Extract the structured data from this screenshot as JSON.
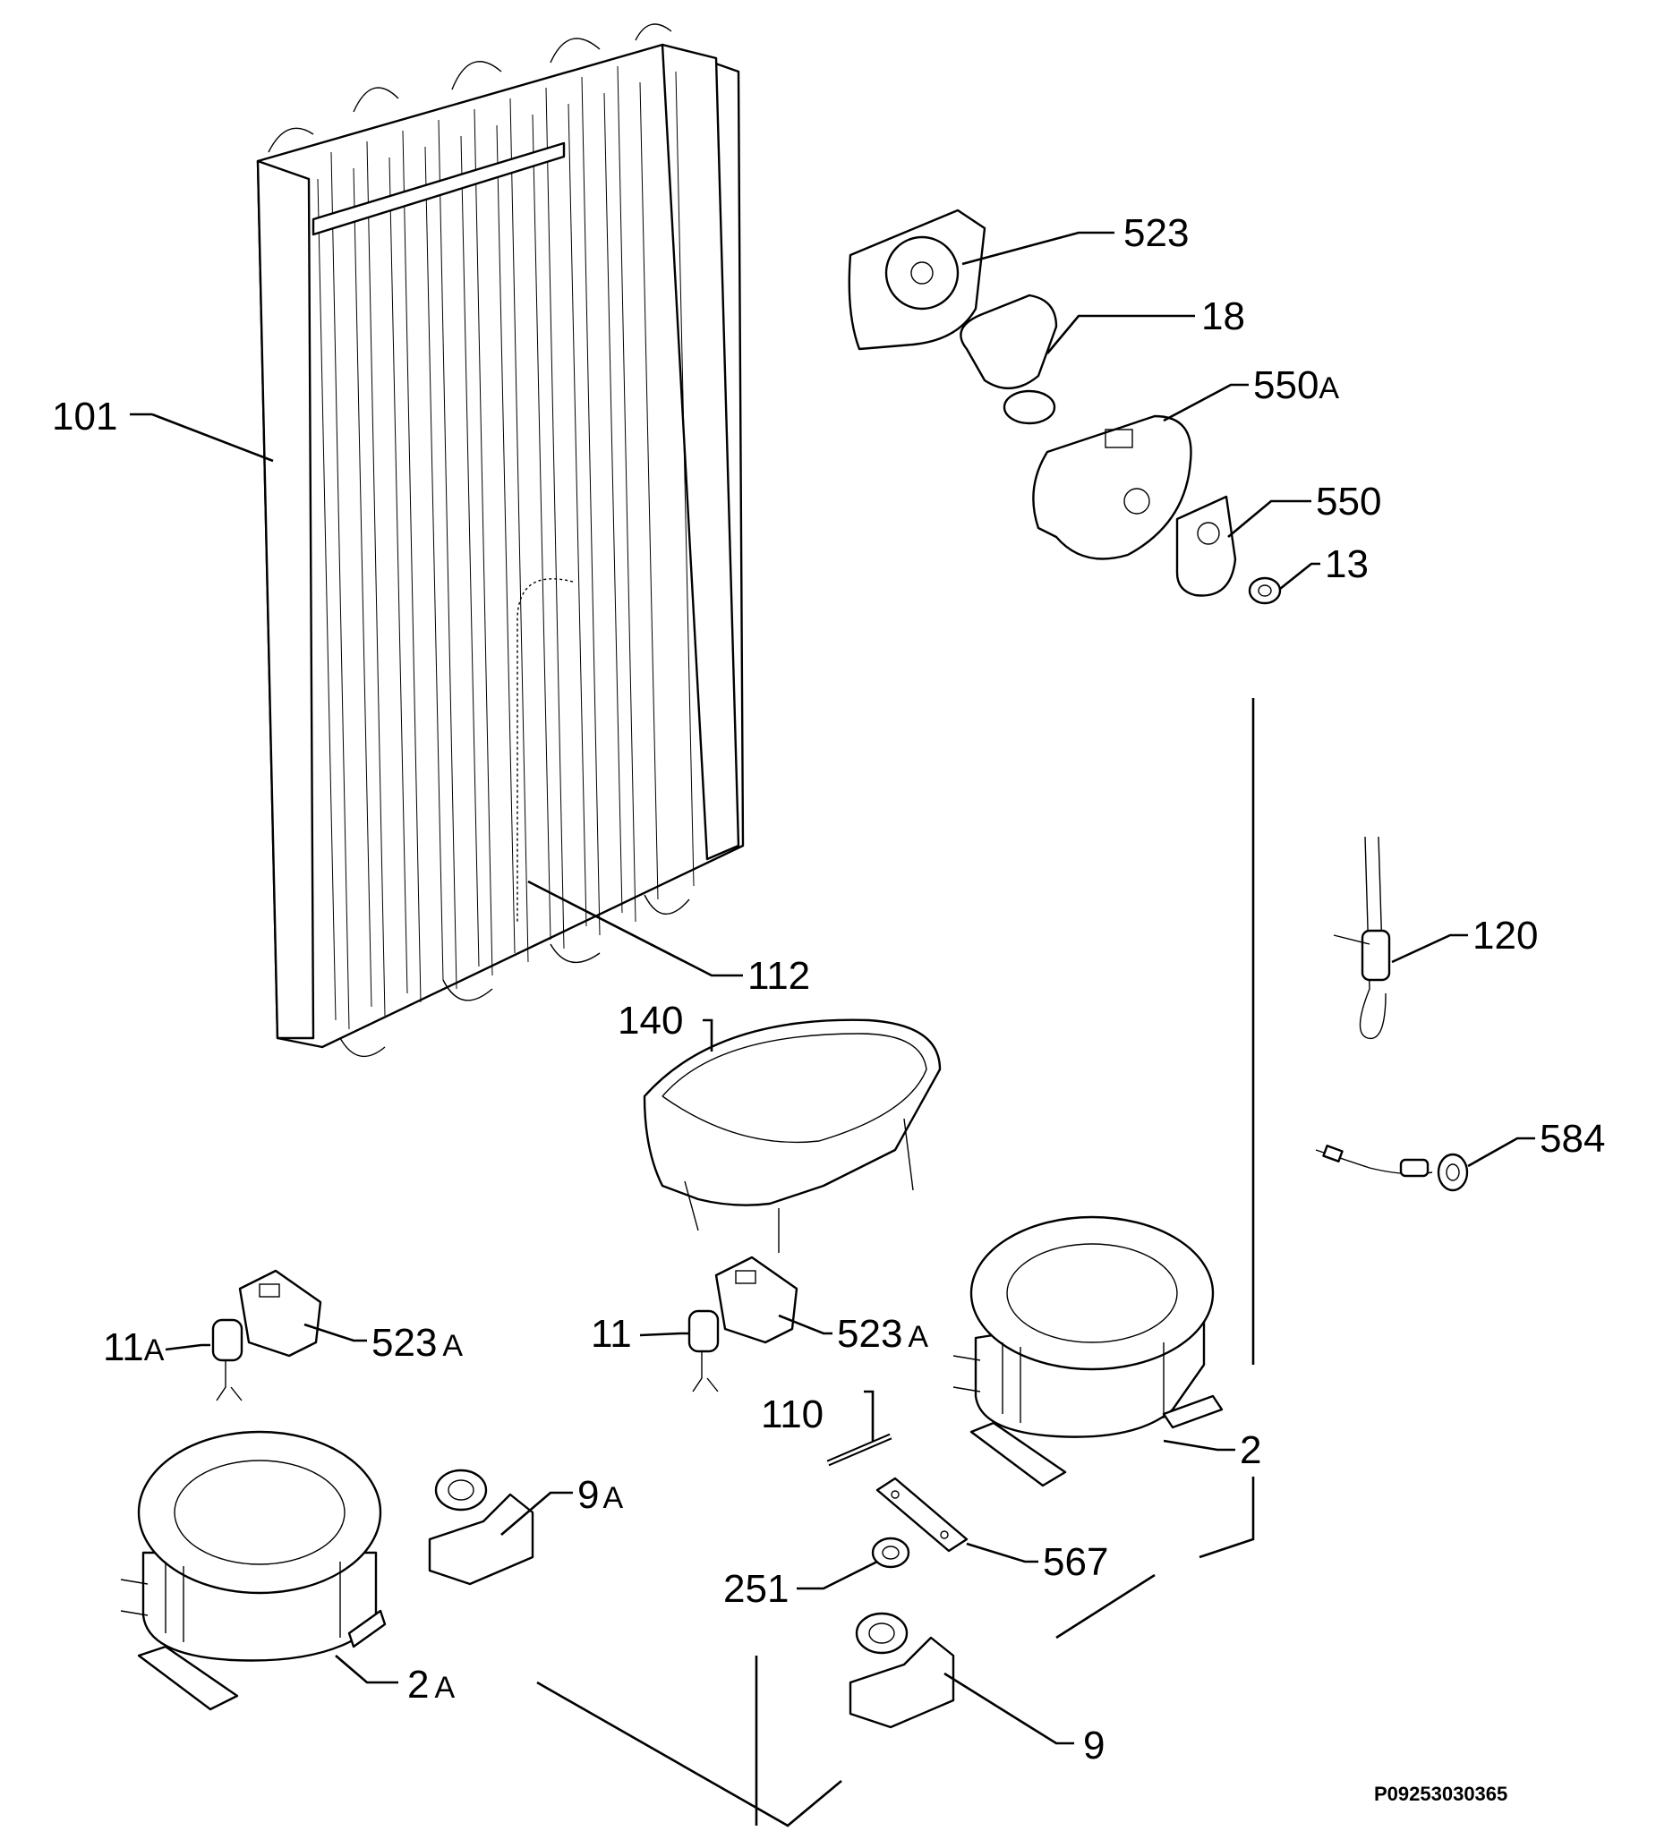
{
  "labels": {
    "l101": "101",
    "l112": "112",
    "l523": "523",
    "l18": "18",
    "l550a_num": "550",
    "l550a_suffix": "A",
    "l550": "550",
    "l13": "13",
    "l120": "120",
    "l584": "584",
    "l140": "140",
    "l11a_num": "11",
    "l11a_suffix": "A",
    "l523a_left_num": "523",
    "l523a_left_suffix": "A",
    "l11": "11",
    "l523a_mid_num": "523",
    "l523a_mid_suffix": "A",
    "l110": "110",
    "l2": "2",
    "l9a_num": "9",
    "l9a_suffix": "A",
    "l567": "567",
    "l251": "251",
    "l2a_num": "2",
    "l2a_suffix": "A",
    "l9": "9"
  },
  "reference_code": "P09253030365"
}
